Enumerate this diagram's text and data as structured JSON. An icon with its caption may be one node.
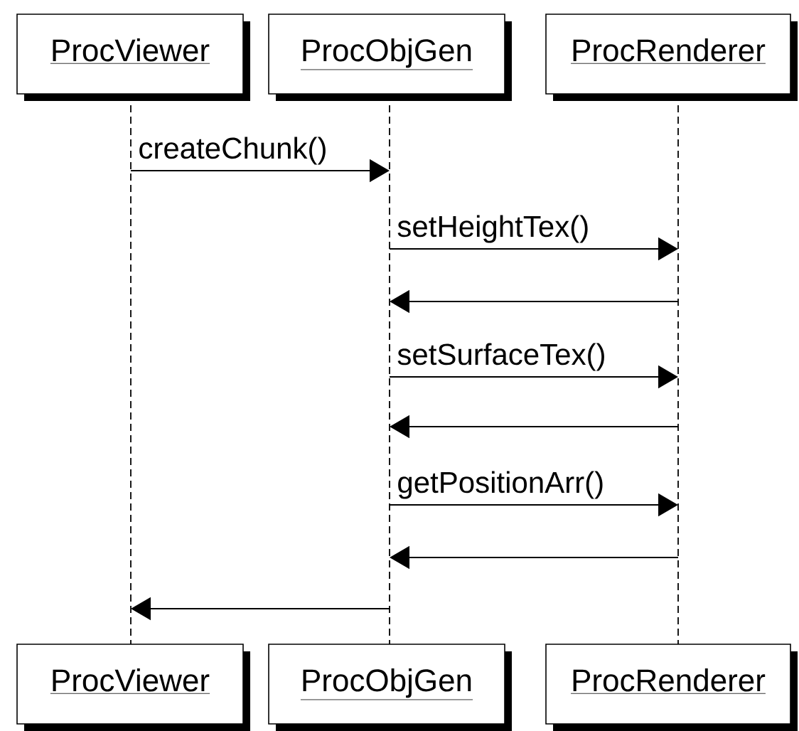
{
  "diagram": {
    "nodes": [
      {
        "text": [
          "ProcViewer"
        ]
      },
      {
        "text": [
          "ProcObjGen"
        ]
      },
      {
        "text": [
          "ProcRenderer"
        ]
      },
      {
        "text": [],
        "shape": "line"
      },
      {
        "text": [],
        "shape": "line"
      },
      {
        "text": [],
        "shape": "line"
      },
      {
        "text": [
          "ProcViewer"
        ]
      },
      {
        "text": [
          "ProcObjGen"
        ]
      },
      {
        "text": [
          "ProcRenderer"
        ]
      }
    ],
    "edges": [
      {
        "from": 3,
        "to": 4,
        "arrow": "to",
        "label": "createChunk()"
      },
      {
        "from": 4,
        "to": 5,
        "arrow": "to",
        "label": "setHeightTex()"
      },
      {
        "from": 5,
        "to": 4,
        "arrow": "to"
      },
      {
        "from": 4,
        "to": 5,
        "arrow": "to",
        "label": "setSurfaceTex()"
      },
      {
        "from": 5,
        "to": 4,
        "arrow": "to"
      },
      {
        "from": 4,
        "to": 5,
        "arrow": "to",
        "label": "getPositionArr()"
      },
      {
        "from": 5,
        "to": 4,
        "arrow": "to"
      },
      {
        "from": 4,
        "to": 3,
        "arrow": "to"
      }
    ]
  }
}
